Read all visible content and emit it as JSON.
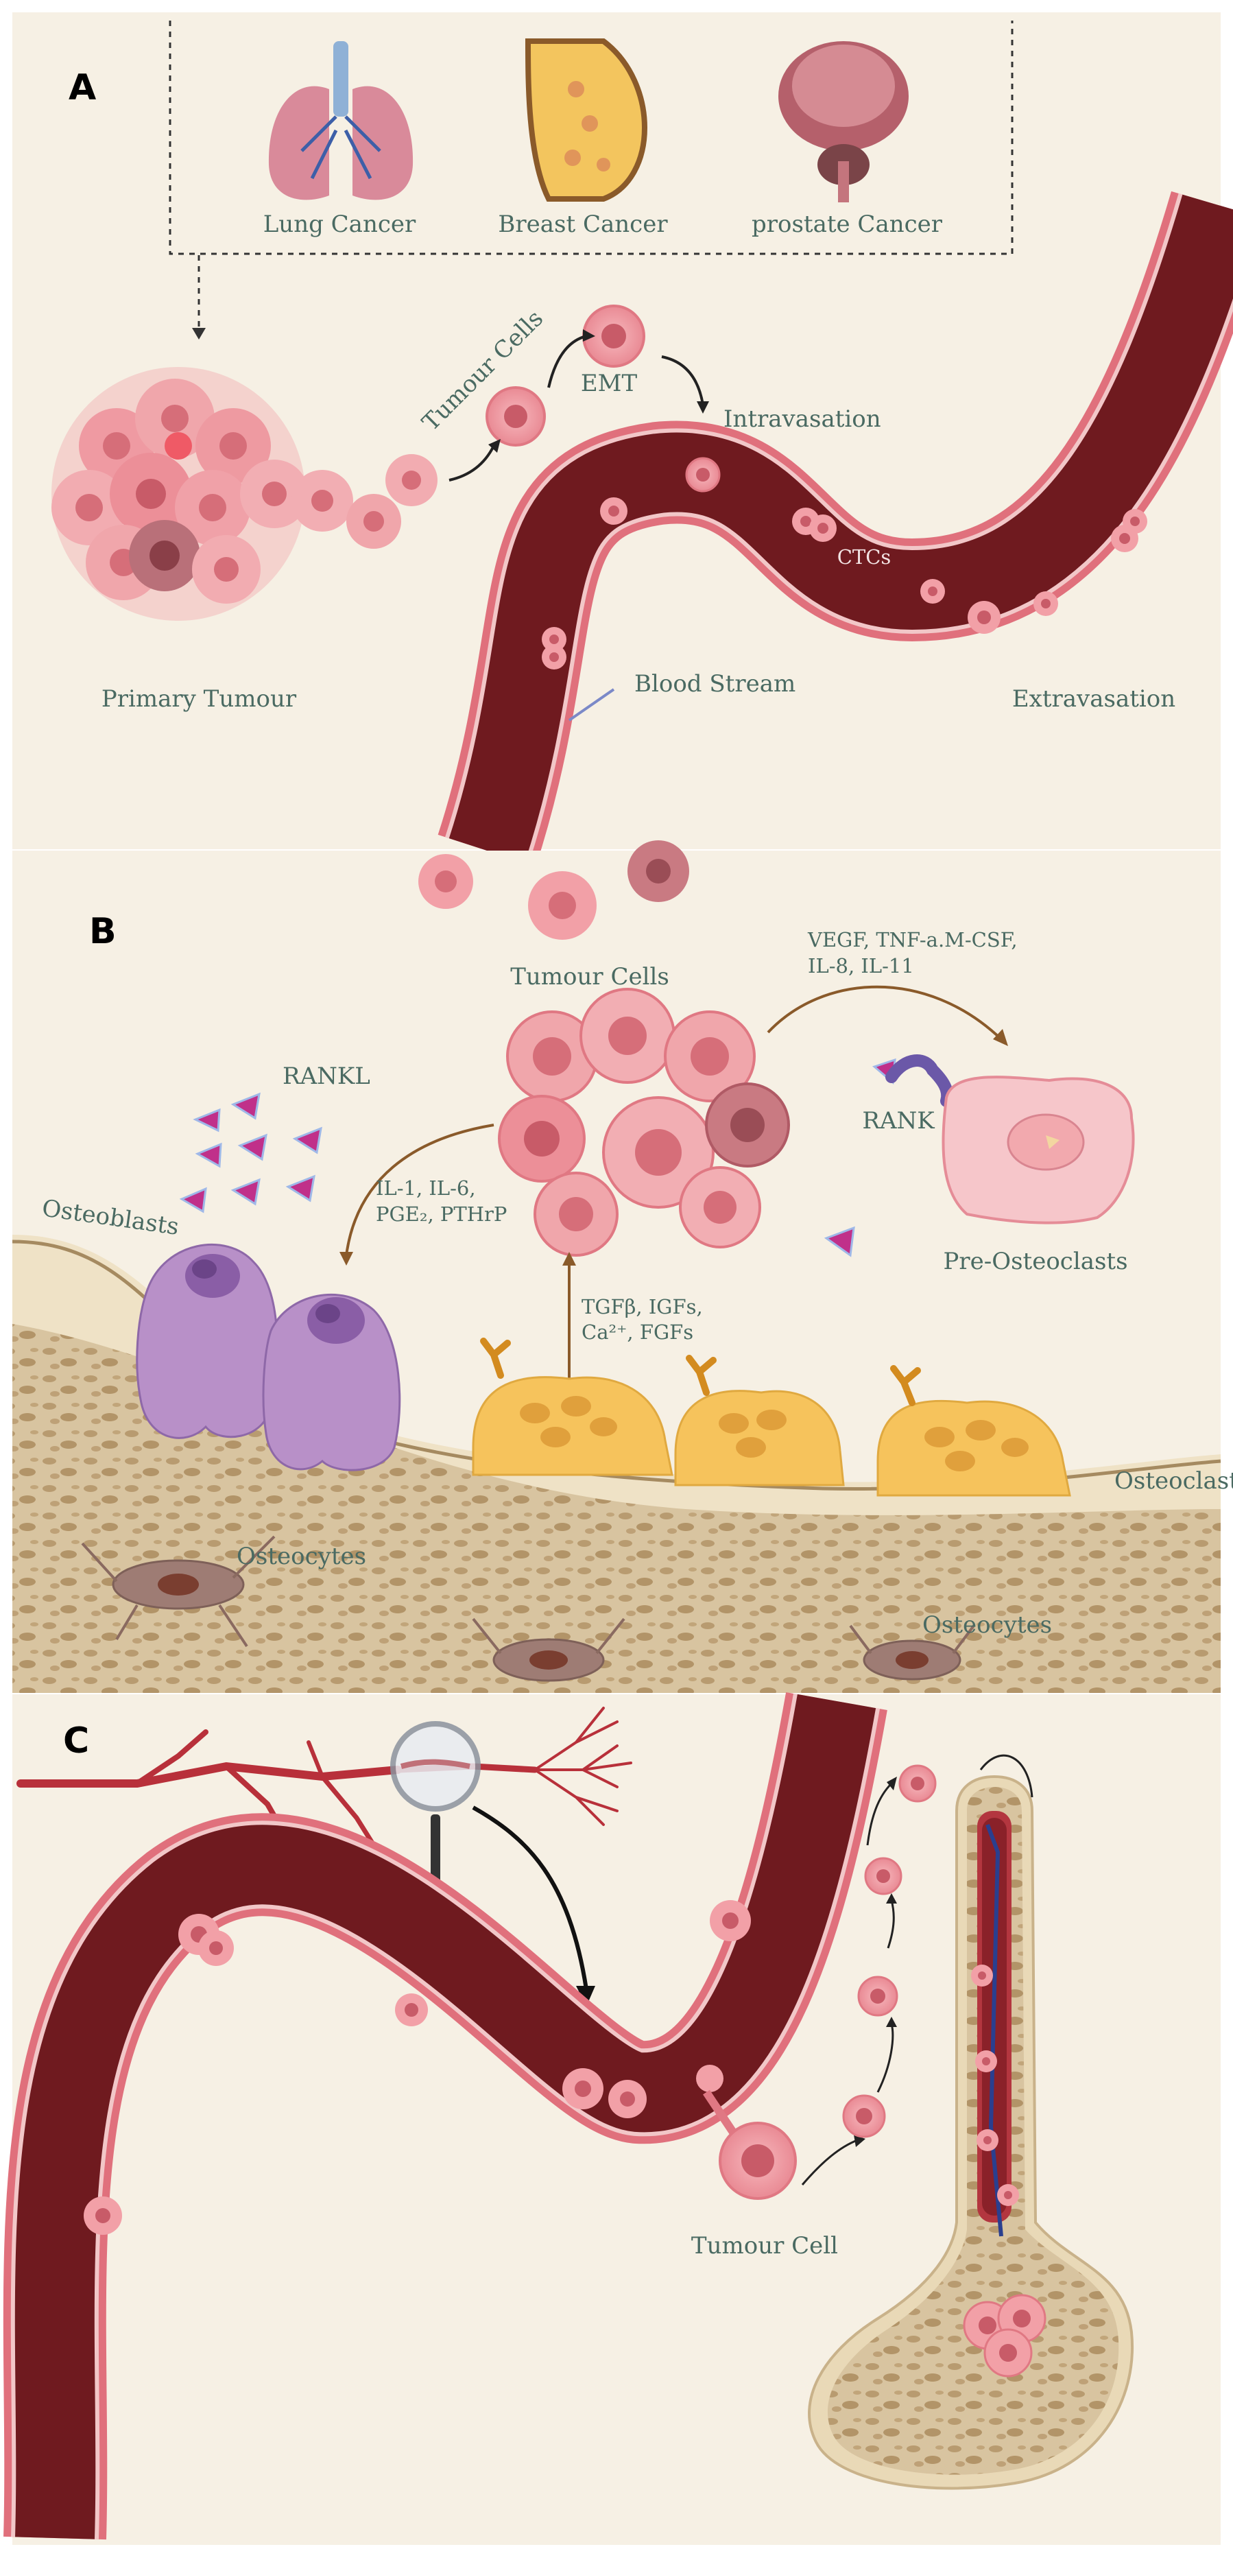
{
  "panel_a": {
    "letter": "A",
    "organs": [
      {
        "label": "Lung Cancer",
        "icon": "lungs-icon"
      },
      {
        "label": "Breast Cancer",
        "icon": "breast-icon"
      },
      {
        "label": "prostate  Cancer",
        "icon": "prostate-icon"
      }
    ],
    "labels": {
      "tumour_cells": "Tumour Cells",
      "emt": "EMT",
      "intravasation": "Intravasation",
      "ctcs": "CTCs",
      "primary_tumour": "Primary Tumour",
      "blood_stream": "Blood Stream",
      "extravasation": "Extravasation"
    }
  },
  "panel_b": {
    "letter": "B",
    "labels": {
      "tumour_cells": "Tumour Cells",
      "factors_right_1": "VEGF, TNF-a.M-CSF,",
      "factors_right_2": "IL-8, IL-11",
      "rankl": "RANKL",
      "rank": "RANK",
      "osteoblasts": "Osteoblasts",
      "factors_left_1": "IL-1, IL-6,",
      "factors_left_2": "PGE₂, PTHrP",
      "pre_osteoclasts": "Pre-Osteoclasts",
      "factors_up_1": "TGFβ, IGFs,",
      "factors_up_2": "Ca²⁺, FGFs",
      "osteoclasts": "Osteoclasts",
      "osteocytes_left": "Osteocytes",
      "osteocytes_right": "Osteocytes"
    }
  },
  "panel_c": {
    "letter": "C",
    "labels": {
      "tumour_cell": "Tumour Cell"
    }
  },
  "colors": {
    "background": "#f6f0e4",
    "vessel_outer": "#df6b78",
    "vessel_inner": "#6f1a1f",
    "tumour_cell": "#f2a0a7",
    "osteoblast": "#b890c8",
    "osteoclast": "#f6c35c",
    "bone": "#d9c6a3",
    "rankl": "#c0308a"
  }
}
